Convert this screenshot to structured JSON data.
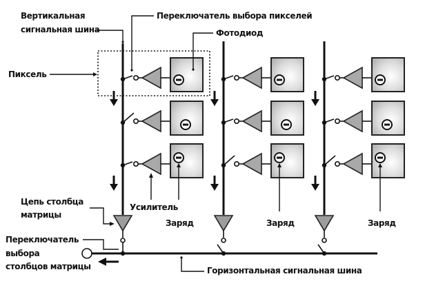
{
  "diagram": {
    "title": "CMOS image sensor pixel array readout",
    "labels": {
      "vertical_bus": [
        "Вертикальная",
        "сигнальная шина"
      ],
      "pixel_select_switch": "Переключатель выбора пикселей",
      "photodiode": "Фотодиод",
      "pixel": "Пиксель",
      "amplifier": "Усилитель",
      "charge": "Заряд",
      "column_circuit": [
        "Цепь столбца",
        "матрицы"
      ],
      "column_select_switch": [
        "Переключатель",
        "выбора",
        "столбцов матрицы"
      ],
      "horizontal_bus": "Горизонтальная сигнальная шина"
    },
    "columns": 3,
    "rows": 3,
    "charge_symbol": "−",
    "colors": {
      "line": "#111111",
      "amplifier_fill": "#a9a9a9",
      "photodiode_center": "#ffffff",
      "photodiode_edge": "#b5b5b5",
      "background": "#ffffff"
    }
  }
}
